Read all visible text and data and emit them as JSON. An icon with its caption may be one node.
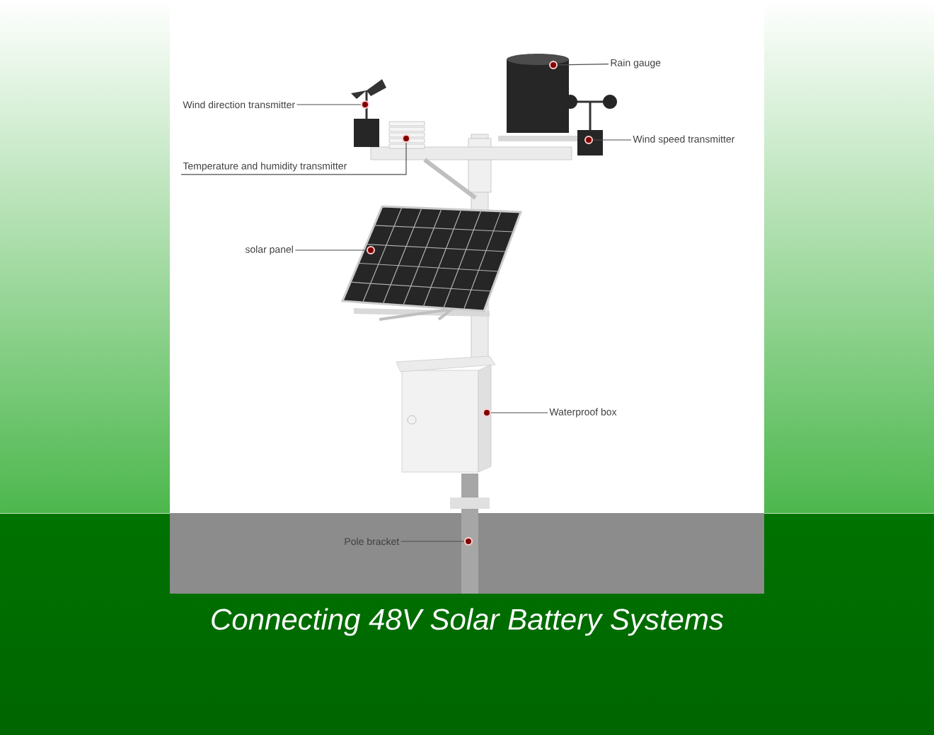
{
  "diagram": {
    "caption": "Connecting 48V Solar Battery Systems",
    "nodes": [
      {
        "text": [
          "Rain gauge"
        ]
      },
      {
        "text": [
          "Wind direction transmitter"
        ]
      },
      {
        "text": [
          "Wind speed transmitter"
        ]
      },
      {
        "text": [
          "Temperature and humidity transmitter"
        ]
      },
      {
        "text": [
          "solar panel"
        ]
      },
      {
        "text": [
          "Waterproof box"
        ]
      },
      {
        "text": [
          "Pole bracket"
        ]
      },
      {
        "text": [],
        "shape": "circle"
      },
      {
        "text": [],
        "shape": "circle"
      },
      {
        "text": [],
        "shape": "circle"
      },
      {
        "text": [],
        "shape": "circle"
      },
      {
        "text": [],
        "shape": "circle"
      },
      {
        "text": [],
        "shape": "circle"
      },
      {
        "text": [],
        "shape": "circle"
      }
    ],
    "edges": [
      {
        "from": 0,
        "to": 7,
        "arrow": "none"
      },
      {
        "from": 1,
        "to": 8,
        "arrow": "none"
      },
      {
        "from": 2,
        "to": 9,
        "arrow": "none"
      },
      {
        "from": 3,
        "to": 10,
        "arrow": "none"
      },
      {
        "from": 4,
        "to": 11,
        "arrow": "none"
      },
      {
        "from": 5,
        "to": 12,
        "arrow": "none"
      },
      {
        "from": 6,
        "to": 13,
        "arrow": "none"
      }
    ]
  }
}
